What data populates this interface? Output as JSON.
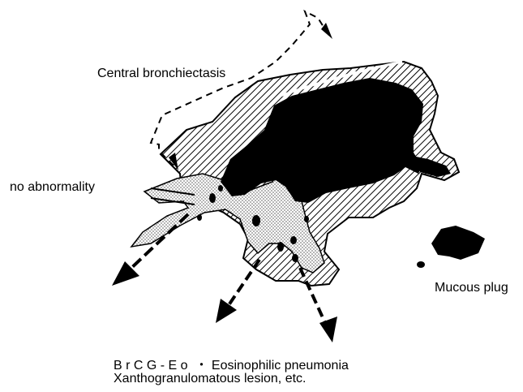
{
  "labels": {
    "central_bronchiectasis": "Central bronchiectasis",
    "no_abnormality": "no abnormality",
    "mucous_plug": "Mucous plug",
    "bottom_line1": "B r C G - E o  ・ Eosinophilic pneumonia",
    "bottom_line2": "Xanthogranulomatous lesion, etc."
  },
  "colors": {
    "ink": "#000000",
    "paper": "#ffffff"
  }
}
